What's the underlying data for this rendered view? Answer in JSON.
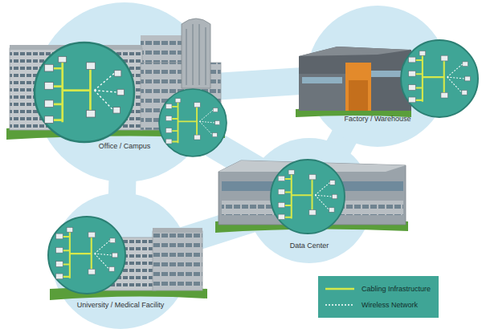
{
  "diagram": {
    "nodes": [
      {
        "text": [
          "Office / Campus"
        ]
      },
      {
        "text": [
          "Factory / Warehouse"
        ]
      },
      {
        "text": [
          "Data Center"
        ]
      },
      {
        "text": [
          "University / Medical Facility"
        ]
      }
    ],
    "edges": [
      {
        "from": 0,
        "to": 1,
        "arrow": "none"
      },
      {
        "from": 0,
        "to": 2,
        "arrow": "none"
      },
      {
        "from": 1,
        "to": 2,
        "arrow": "none"
      },
      {
        "from": 3,
        "to": 2,
        "arrow": "none"
      },
      {
        "from": 0,
        "to": 3,
        "arrow": "none"
      }
    ],
    "legend": [
      {
        "text": "Cabling Infrastructure"
      },
      {
        "text": "Wireless Network"
      }
    ]
  }
}
